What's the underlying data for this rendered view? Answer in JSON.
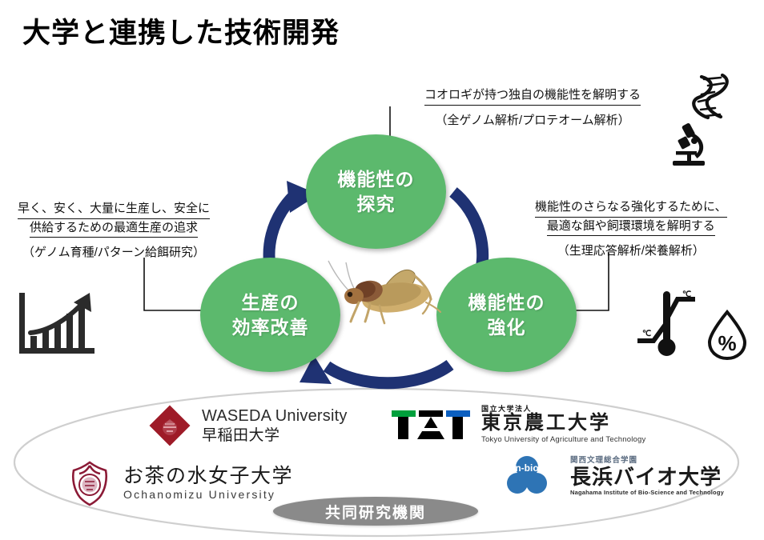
{
  "title": "大学と連携した技術開発",
  "cycle": {
    "nodes": [
      {
        "id": "top",
        "line1": "機能性の",
        "line2": "探究"
      },
      {
        "id": "right",
        "line1": "機能性の",
        "line2": "強化"
      },
      {
        "id": "left",
        "line1": "生産の",
        "line2": "効率改善"
      }
    ],
    "center_image": "cricket-photo",
    "arrow_color": "#1F3273",
    "node_color": "#5CB96D"
  },
  "callouts": {
    "top": {
      "heading": "コオロギが持つ独自の機能性を解明する",
      "sub": "（全ゲノム解析/プロテオーム解析）"
    },
    "right": {
      "heading_line1": "機能性のさらなる強化するために、",
      "heading_line2": "最適な餌や飼環環境を解明する",
      "sub": "（生理応答解析/栄養解析）"
    },
    "left": {
      "heading_line1": "早く、安く、大量に生産し、安全に",
      "heading_line2": "供給するための最適生産の追求",
      "sub": "（ゲノム育種/パターン給餌研究）"
    }
  },
  "icons": [
    {
      "name": "dna-helix-icon",
      "label": "DNA"
    },
    {
      "name": "microscope-icon",
      "label": "顕微鏡"
    },
    {
      "name": "growth-chart-icon",
      "label": "生産性向上"
    },
    {
      "name": "thermometer-icon",
      "label": "温度",
      "unit_top": "℃",
      "unit_bottom": "℃"
    },
    {
      "name": "humidity-drop-icon",
      "label": "湿度",
      "unit": "%"
    }
  ],
  "partners": {
    "band_label": "共同研究機関",
    "logos": [
      {
        "id": "waseda",
        "en": "WASEDA University",
        "jp": "早稲田大学",
        "mark_color": "#9E1B28"
      },
      {
        "id": "tat",
        "mini": "国立大学法人",
        "jp": "東京農工大学",
        "tiny": "Tokyo University of Agriculture and Technology",
        "mark_text": "TAT",
        "mark_colors": [
          "#00A03C",
          "#000000",
          "#0B5FC0"
        ]
      },
      {
        "id": "ochanomizu",
        "jp": "お茶の水女子大学",
        "en": "Ochanomizu University",
        "mark_color": "#8B1A36"
      },
      {
        "id": "nagahama",
        "mark_text": "n-bio",
        "mini": "関西文理総合学園",
        "jp": "長浜バイオ大学",
        "tiny": "Nagahama Institute of Bio-Science and Technology",
        "mark_color": "#2E74B5"
      }
    ]
  }
}
